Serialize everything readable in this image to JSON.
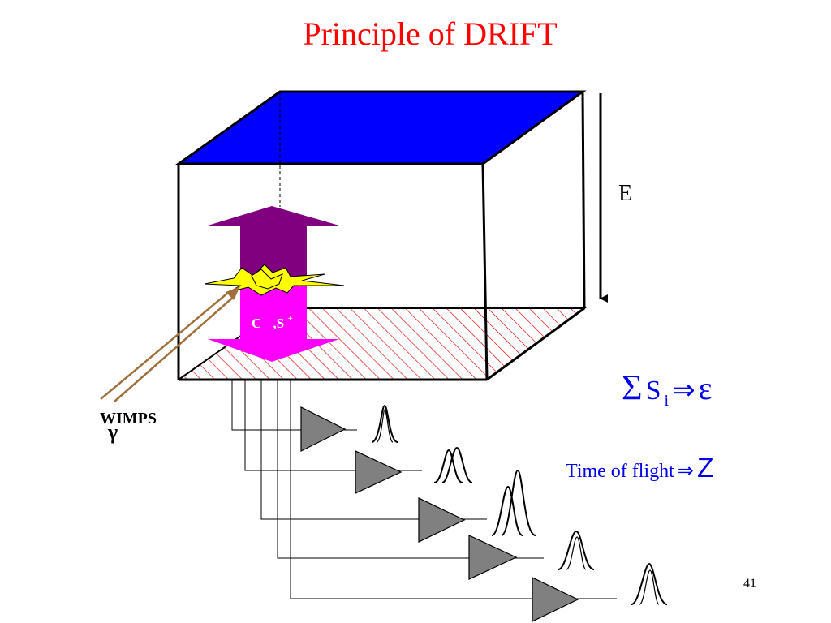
{
  "slide": {
    "title": "Principle of DRIFT",
    "page_number": "41"
  },
  "chamber": {
    "field_label": "E",
    "top_plane_color": "#0000ff",
    "bottom_plane_hatch_color": "#dd0000"
  },
  "event": {
    "upward_arrow_color": "#800080",
    "downward_arrow_color": "#ff00ff",
    "spark_color": "#ffff00",
    "ion_label_prefix": "C",
    "ion_label_mid": ",S",
    "ion_label_sup": "+"
  },
  "incoming": {
    "wimps_label": "WIMPS",
    "gamma_label": "γ",
    "track_color": "#a0703c"
  },
  "equations": {
    "sum_symbol": "Σ",
    "sum_var": "S",
    "sum_sub": "i",
    "arrow": "⇒",
    "energy": "ε",
    "tof_text": "Time of flight",
    "z_text": "Z"
  },
  "readout": {
    "channel_count": 5,
    "amplifier_color": "#808080"
  }
}
